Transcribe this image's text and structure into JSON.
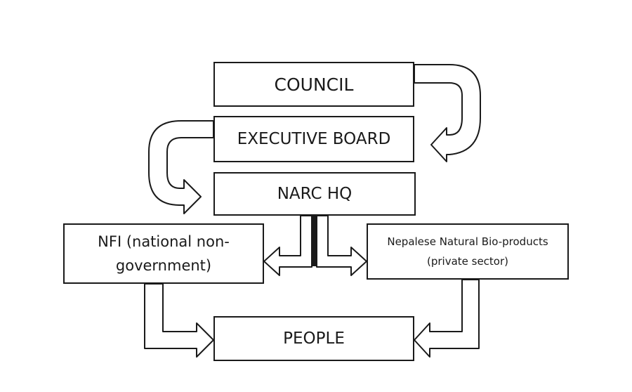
{
  "nodes": {
    "council": "COUNCIL",
    "executive_board": "EXECUTIVE BOARD",
    "narc_hq": "NARC HQ",
    "nfi_line1": "NFI (national non-",
    "nfi_line2": "government)",
    "nnb_line1": "Nepalese Natural Bio-products",
    "nnb_line2": "(private sector)",
    "people": "PEOPLE"
  },
  "colors": {
    "stroke": "#1a1a1a",
    "fill": "#ffffff"
  }
}
